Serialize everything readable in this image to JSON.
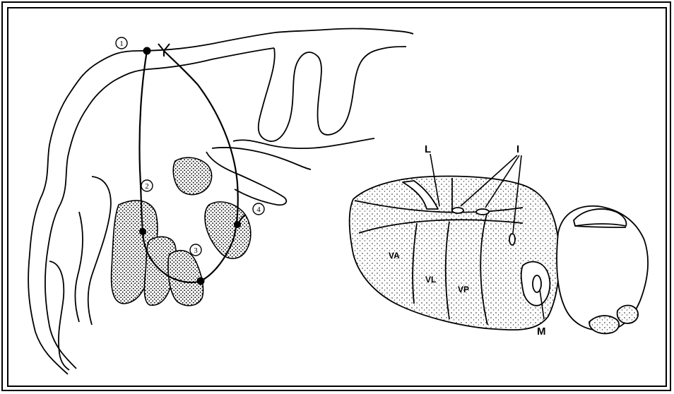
{
  "figure": {
    "left_panel": {
      "pathway_markers": [
        "1",
        "2",
        "3",
        "4"
      ]
    },
    "right_panel": {
      "top_labels": {
        "left": "L",
        "right": "I"
      },
      "nucleus_labels": [
        "VA",
        "VL",
        "VP"
      ],
      "bottom_label": "M"
    }
  }
}
